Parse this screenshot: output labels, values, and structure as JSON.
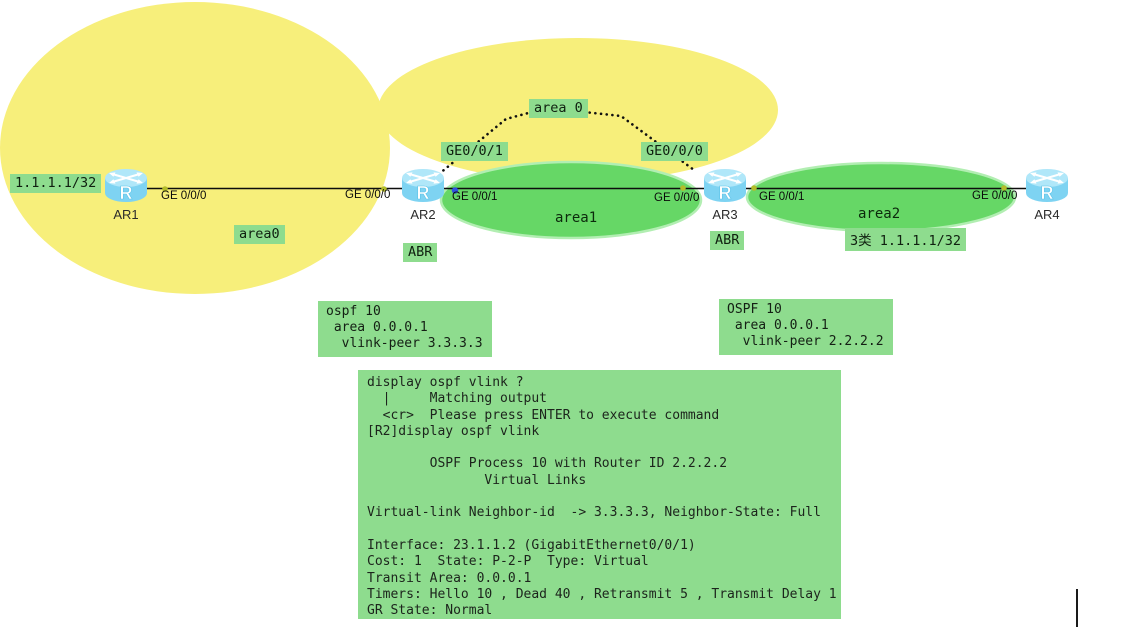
{
  "colors": {
    "area_yellow": "#f7ef7b",
    "area_green": "#66d766",
    "area_green_rim": "#b2eeb2",
    "label_green": "#8edc8e",
    "router_blue": "#7ed3f2",
    "router_blue_top": "#b0e7f9",
    "link_black": "#0d0d0d",
    "dot_olive": "#b3bd2a",
    "dot_blue": "#2f52e0"
  },
  "routers": [
    {
      "name": "AR1"
    },
    {
      "name": "AR2"
    },
    {
      "name": "AR3"
    },
    {
      "name": "AR4"
    }
  ],
  "interface_labels": [
    {
      "text": "GE 0/0/0"
    },
    {
      "text": "GE 0/0/0"
    },
    {
      "text": "GE 0/0/1"
    },
    {
      "text": "GE 0/0/0"
    },
    {
      "text": "GE 0/0/1"
    },
    {
      "text": "GE 0/0/0"
    }
  ],
  "area_texts": {
    "area1": "area1",
    "area2": "area2"
  },
  "tags": {
    "ar1_loopback": "1.1.1.1/32",
    "area0": "area0",
    "vlink_left_if": "GE0/0/1",
    "vlink_area": "area 0",
    "vlink_right_if": "GE0/0/0",
    "ar2_role": "ABR",
    "ar3_role": "ABR",
    "type3_route": "3类 1.1.1.1/32"
  },
  "config_boxes": {
    "ar2_ospf": "ospf 10\n area 0.0.0.1\n  vlink-peer 3.3.3.3",
    "ar3_ospf": "OSPF 10\n area 0.0.0.1\n  vlink-peer 2.2.2.2"
  },
  "terminal": {
    "text": "display ospf vlink ?\n  |     Matching output\n  <cr>  Please press ENTER to execute command\n[R2]display ospf vlink\n\n        OSPF Process 10 with Router ID 2.2.2.2\n               Virtual Links\n\nVirtual-link Neighbor-id  -> 3.3.3.3, Neighbor-State: Full\n\nInterface: 23.1.1.2 (GigabitEthernet0/0/1)\nCost: 1  State: P-2-P  Type: Virtual\nTransit Area: 0.0.0.1\nTimers: Hello 10 , Dead 40 , Retransmit 5 , Transmit Delay 1\nGR State: Normal"
  }
}
